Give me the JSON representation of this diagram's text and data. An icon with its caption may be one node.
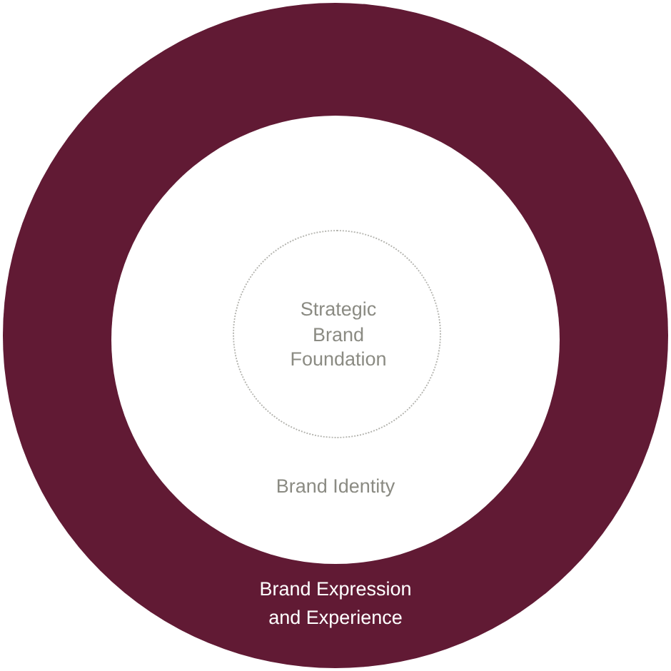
{
  "diagram": {
    "nodes": [
      {
        "text": [
          "Brand Expression and Experience"
        ]
      },
      {
        "text": [
          "Brand Identity"
        ],
        "in": 0
      },
      {
        "text": [
          "Strategic Brand Foundation"
        ],
        "in": 1
      }
    ]
  }
}
